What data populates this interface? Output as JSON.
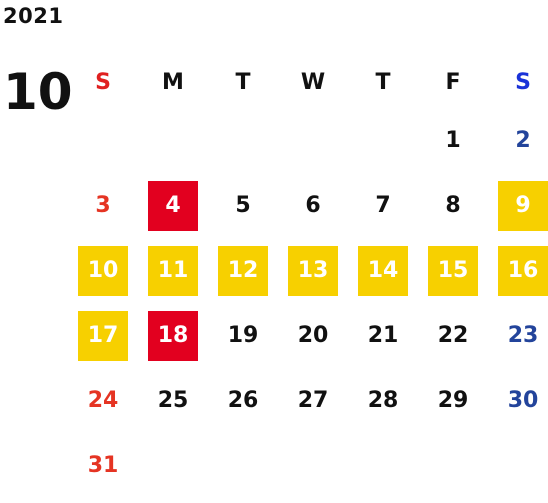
{
  "year": "2021",
  "month": "10",
  "weekdays": [
    "S",
    "M",
    "T",
    "W",
    "T",
    "F",
    "S"
  ],
  "colors": {
    "sunday": "#e53423",
    "saturday": "#23449b",
    "holiday_bg": "#f7d000",
    "highlight_bg": "#e2001f"
  },
  "weeks": [
    [
      {
        "d": ""
      },
      {
        "d": ""
      },
      {
        "d": ""
      },
      {
        "d": ""
      },
      {
        "d": ""
      },
      {
        "d": "1"
      },
      {
        "d": "2"
      }
    ],
    [
      {
        "d": "3"
      },
      {
        "d": "4",
        "mark": "special"
      },
      {
        "d": "5"
      },
      {
        "d": "6"
      },
      {
        "d": "7"
      },
      {
        "d": "8"
      },
      {
        "d": "9",
        "mark": "holiday"
      }
    ],
    [
      {
        "d": "10",
        "mark": "holiday"
      },
      {
        "d": "11",
        "mark": "holiday"
      },
      {
        "d": "12",
        "mark": "holiday"
      },
      {
        "d": "13",
        "mark": "holiday"
      },
      {
        "d": "14",
        "mark": "holiday"
      },
      {
        "d": "15",
        "mark": "holiday"
      },
      {
        "d": "16",
        "mark": "holiday"
      }
    ],
    [
      {
        "d": "17",
        "mark": "holiday"
      },
      {
        "d": "18",
        "mark": "special"
      },
      {
        "d": "19"
      },
      {
        "d": "20"
      },
      {
        "d": "21"
      },
      {
        "d": "22"
      },
      {
        "d": "23"
      }
    ],
    [
      {
        "d": "24"
      },
      {
        "d": "25"
      },
      {
        "d": "26"
      },
      {
        "d": "27"
      },
      {
        "d": "28"
      },
      {
        "d": "29"
      },
      {
        "d": "30"
      }
    ],
    [
      {
        "d": "31"
      },
      {
        "d": ""
      },
      {
        "d": ""
      },
      {
        "d": ""
      },
      {
        "d": ""
      },
      {
        "d": ""
      },
      {
        "d": ""
      }
    ]
  ]
}
